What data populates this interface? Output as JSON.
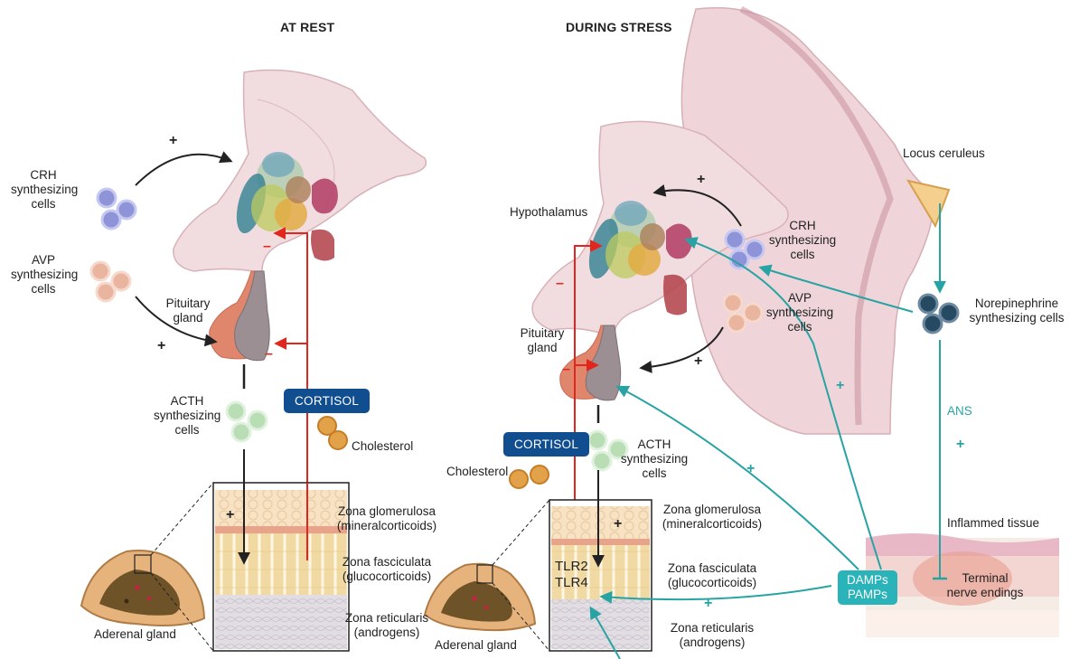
{
  "titles": {
    "at_rest": "AT REST",
    "during_stress": "DURING STRESS"
  },
  "rest": {
    "crh": [
      "CRH",
      "synthesizing",
      "cells"
    ],
    "avp": [
      "AVP",
      "synthesizing",
      "cells"
    ],
    "pituitary": [
      "Pituitary",
      "gland"
    ],
    "acth": [
      "ACTH",
      "synthesizing",
      "cells"
    ],
    "cortisol": "CORTISOL",
    "cholesterol": "Cholesterol",
    "zona_glomerulosa": [
      "Zona glomerulosa",
      "(mineralcorticoids)"
    ],
    "zona_fasciculata": [
      "Zona fasciculata",
      "(glucocorticoids)"
    ],
    "zona_reticularis": [
      "Zona reticularis",
      "(androgens)"
    ],
    "adrenal": "Aderenal gland",
    "plus": "+",
    "minus": "–"
  },
  "stress": {
    "hypothalamus": "Hypothalamus",
    "crh": [
      "CRH",
      "synthesizing",
      "cells"
    ],
    "avp": [
      "AVP",
      "synthesizing",
      "cells"
    ],
    "pituitary": [
      "Pituitary",
      "gland"
    ],
    "acth": [
      "ACTH",
      "synthesizing",
      "cells"
    ],
    "cortisol": "CORTISOL",
    "cholesterol": "Cholesterol",
    "tlr": [
      "TLR2",
      "TLR4"
    ],
    "zona_glomerulosa": [
      "Zona glomerulosa",
      "(mineralcorticoids)"
    ],
    "zona_fasciculata": [
      "Zona fasciculata",
      "(glucocorticoids)"
    ],
    "zona_reticularis": [
      "Zona reticularis",
      "(androgens)"
    ],
    "adrenal": "Aderenal gland",
    "locus": "Locus ceruleus",
    "norepinephrine": [
      "Norepinephrine",
      "synthesizing cells"
    ],
    "ans": "ANS",
    "inflamed": "Inflammed tissue",
    "terminal": [
      "Terminal",
      "nerve endings"
    ],
    "damps": [
      "DAMPs",
      "PAMPs"
    ],
    "plus": "+",
    "minus": "–"
  },
  "colors": {
    "activation": "#222222",
    "cortisol_feedback": "#e3261d",
    "inflammatory_pathway": "#28a3a3",
    "cortisol_badge": "#114e90",
    "damps_badge": "#2ab3b8"
  }
}
